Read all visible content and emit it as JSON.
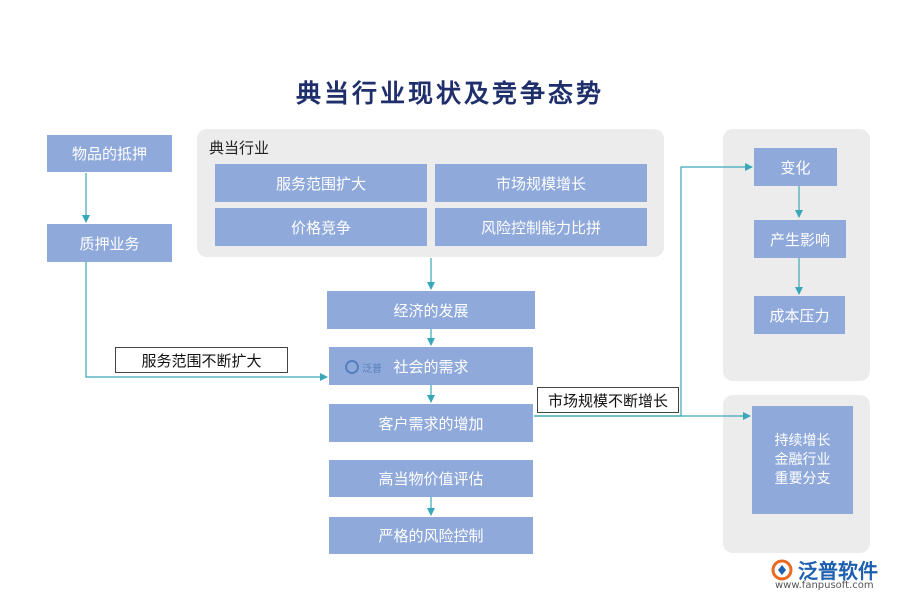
{
  "title": "典当行业现状及竞争态势",
  "left": {
    "box1": "物品的抵押",
    "box2": "质押业务",
    "label": "服务范围不断扩大"
  },
  "industry": {
    "title": "典当行业",
    "items": [
      "服务范围扩大",
      "市场规模增长",
      "价格竞争",
      "风险控制能力比拼"
    ]
  },
  "center": {
    "items": [
      "经济的发展",
      "社会的需求",
      "客户需求的增加",
      "高当物价值评估",
      "严格的风险控制"
    ],
    "label": "市场规模不断增长"
  },
  "right_top": {
    "items": [
      "变化",
      "产生影响",
      "成本压力"
    ]
  },
  "right_bottom": {
    "text": "持续增长\n金融行业\n重要分支"
  },
  "logo": {
    "name": "泛普软件",
    "url": "www.fanpusoft.com",
    "watermark": "泛普"
  },
  "colors": {
    "box": "#8fa9db",
    "arrow": "#3aa7b8",
    "panel": "#ececec",
    "title": "#1f2f6b"
  }
}
